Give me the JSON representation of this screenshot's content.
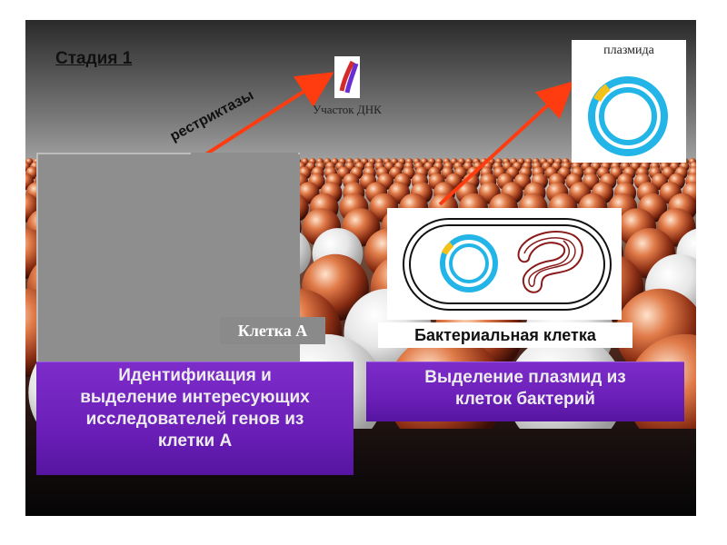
{
  "slide": {
    "stage_title": "Стадия 1",
    "restrictase_label": "рестриктазы",
    "dna_fragment_label": "Участок ДНК",
    "plasmid_label": "плазмида",
    "cell_a_label": "Клетка А",
    "bacteria_label": "Бактериальная клетка",
    "caption_left": [
      "Идентификация и",
      "выделение интересующих",
      "исследователей генов из",
      "клетки А"
    ],
    "caption_right": [
      "Выделение плазмид из",
      "клеток бактерий"
    ]
  },
  "colors": {
    "arrow": "#ff3b10",
    "plasmid_ring": "#23b5e8",
    "gene_insert": "#f2c21a",
    "caption_bg": "#6b1fb8",
    "chromosome": "#8a1a1a"
  }
}
